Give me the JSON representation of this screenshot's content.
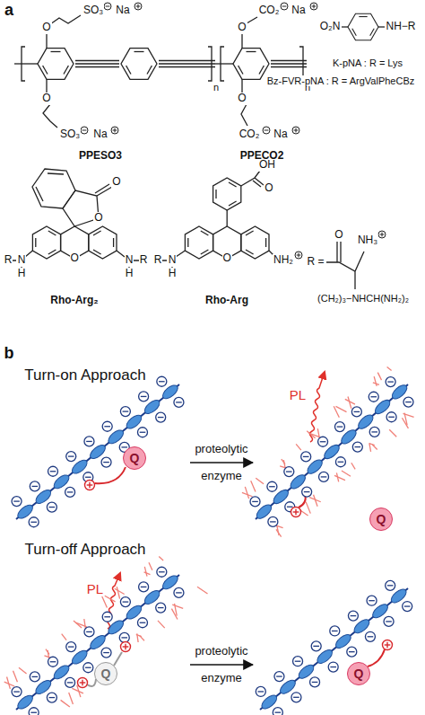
{
  "diagram": {
    "nodes": [
      {
        "text": [
          "Q"
        ]
      },
      {
        "text": [
          "Q"
        ]
      },
      {
        "text": [
          "Q"
        ]
      },
      {
        "text": [
          "Q"
        ]
      }
    ],
    "labels": [
      "a",
      "SO₃",
      "Na",
      "O",
      "O",
      "SO₃",
      "Na",
      "n",
      "PPESO3",
      "CO₂",
      "Na",
      "O",
      "O",
      "CO₂",
      "Na",
      "n",
      "PPECO2",
      "O₂N",
      "NH−R",
      "K-pNA : R = Lys",
      "Bz-FVR-pNA : R = ArgValPheCBz",
      "O",
      "O",
      "O",
      "R",
      "N",
      "H",
      "N",
      "R",
      "H",
      "Rho-Arg₂",
      "OH",
      "O",
      "O",
      "R",
      "N",
      "H",
      "NH₂",
      "Rho-Arg",
      "R =",
      "O",
      "NH₃",
      "(CH₂)₃−NHCH(NH₂)₂",
      "b",
      "Turn-on Approach",
      "PL",
      "proteolytic enzyme",
      "Turn-off Approach",
      "PL",
      "proteolytic enzyme"
    ]
  }
}
